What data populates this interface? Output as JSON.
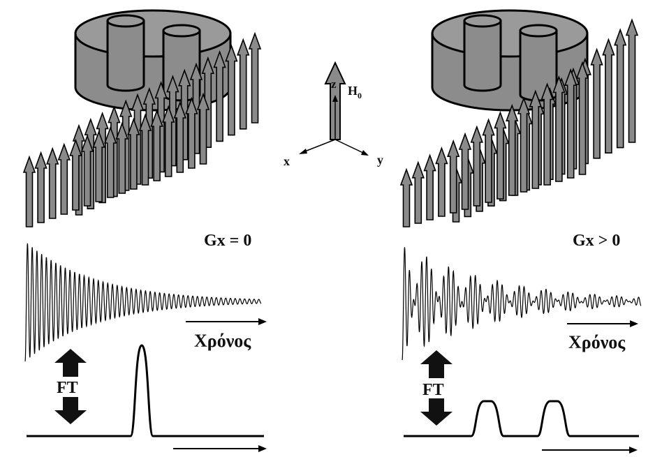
{
  "axes": {
    "z": "z",
    "x": "x",
    "y": "y",
    "field": "H",
    "field_subscript": "0"
  },
  "left_panel": {
    "gradient_label": "Gx = 0",
    "time_label": "Χρόνος",
    "ft_label": "FT",
    "spectrum_peaks": 1
  },
  "right_panel": {
    "gradient_label": "Gx > 0",
    "time_label": "Χρόνος",
    "ft_label": "FT",
    "spectrum_peaks": 2
  },
  "colors": {
    "cylinder_fill": "#8c8c8c",
    "cylinder_top": "#9a9a9a",
    "arrow_fill": "#8a8a8a",
    "stroke": "#000000",
    "ft_arrow": "#111111"
  }
}
